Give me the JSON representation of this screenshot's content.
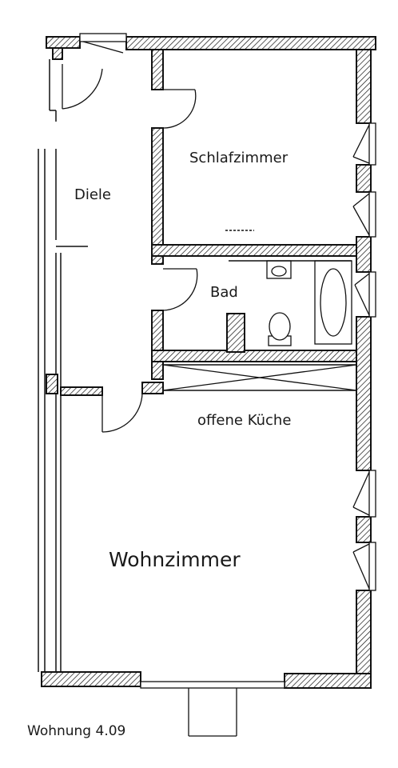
{
  "rooms": {
    "schlafzimmer": "Schlafzimmer",
    "diele": "Diele",
    "bad": "Bad",
    "kueche": "offene Küche",
    "wohnzimmer": "Wohnzimmer"
  },
  "caption": "Wohnung 4.09",
  "colors": {
    "ink": "#111111",
    "paper": "#ffffff"
  }
}
